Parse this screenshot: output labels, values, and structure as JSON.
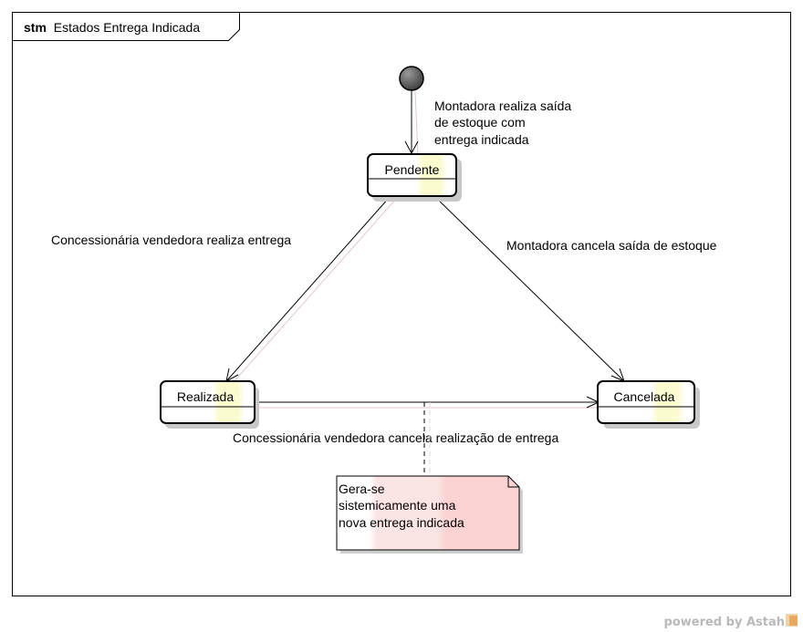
{
  "frame": {
    "keyword": "stm",
    "name": "Estados Entrega Indicada"
  },
  "states": {
    "pendente": "Pendente",
    "realizada": "Realizada",
    "cancelada": "Cancelada"
  },
  "transitions": {
    "initial_to_pendente": [
      "Montadora realiza saída",
      "de estoque com",
      "entrega indicada"
    ],
    "pendente_to_realizada": "Concessionária vendedora realiza entrega",
    "pendente_to_cancelada": "Montadora cancela saída de estoque",
    "realizada_to_cancelada": "Concessionária vendedora cancela realização de entrega"
  },
  "note": {
    "lines": [
      "Gera-se",
      "sistemicamente uma",
      "nova entrega indicada"
    ]
  },
  "watermark": {
    "text": "powered by Astah"
  },
  "colors": {
    "state_fill": "#fdfde6",
    "state_accent": "#f6f6b6",
    "note_fill": "#fbe3e3",
    "note_accent": "#f8bcbc",
    "initial_node": "#5a5a5a"
  }
}
